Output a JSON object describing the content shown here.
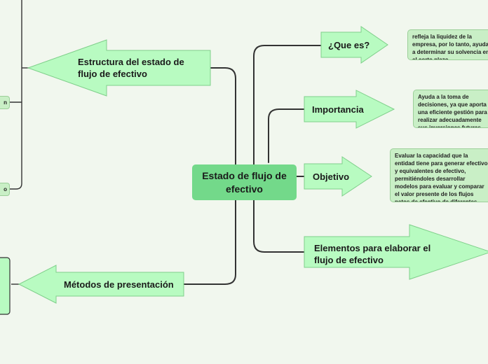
{
  "colors": {
    "background": "#f1f7ee",
    "central_fill": "#73d98a",
    "shape_fill": "#b8fbc1",
    "shape_stroke": "#7fcf8a",
    "note_fill": "#c9efc6",
    "connector": "#333333"
  },
  "central": {
    "label": "Estado de flujo de\nefectivo"
  },
  "branches": {
    "que_es": {
      "label": "¿Que es?",
      "note": "refleja la liquidez de la empresa, por lo tanto, ayuda a determinar su solvencia en el corto plazo."
    },
    "importancia": {
      "label": "Importancia",
      "note": "Ayuda a la toma de decisiones, ya que aporta una eficiente gestión para realizar adecuadamente sus inversiones futuras."
    },
    "objetivo": {
      "label": "Objetivo",
      "note": "Evaluar la capacidad que la entidad tiene para generar efectivo y equivalentes de efectivo, permitiéndoles desarrollar modelos para evaluar y comparar el valor presente de los flujos netos de efectivo de diferentes entidades."
    },
    "elementos": {
      "label": "Elementos para elaborar el\nflujo de efectivo"
    },
    "estructura": {
      "label": "Estructura del estado de\nflujo de efectivo"
    },
    "metodos": {
      "label": "Métodos de presentación"
    }
  },
  "left_fragments": {
    "top": "n",
    "bottom": "o"
  }
}
